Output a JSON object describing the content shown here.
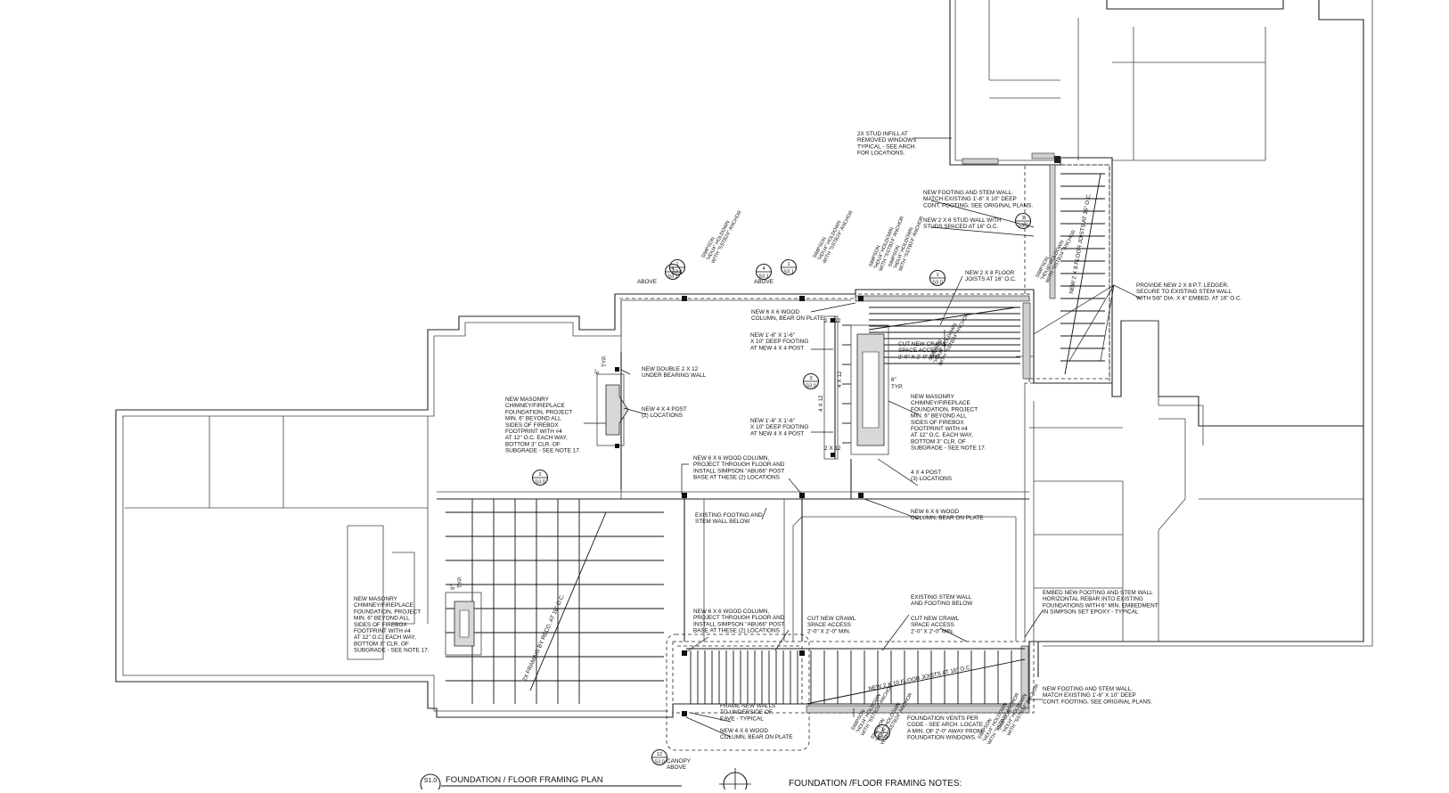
{
  "sheet": {
    "title": "FOUNDATION / FLOOR FRAMING PLAN",
    "title_marker": "S1.0",
    "notes_heading": "FOUNDATION /FLOOR FRAMING NOTES:"
  },
  "bubbles": [
    {
      "top": "4",
      "bottom": "S3.1"
    },
    {
      "top": "1",
      "bottom": "S3.1"
    },
    {
      "top": "4",
      "bottom": "S3.1"
    },
    {
      "top": "1",
      "bottom": "S3.1"
    },
    {
      "top": "1",
      "bottom": "S3.0"
    },
    {
      "top": "1",
      "bottom": "S3.0"
    },
    {
      "top": "2",
      "bottom": "S3.0"
    },
    {
      "top": "3",
      "bottom": "S3.0"
    },
    {
      "top": "1",
      "bottom": "S3.0"
    },
    {
      "top": "12",
      "bottom": "S3.0"
    }
  ],
  "labels": {
    "above_a": "ABOVE",
    "above_b": "ABOVE",
    "canopy": [
      "CANOPY",
      "ABOVE"
    ],
    "stud_infill": [
      "2X STUD INFILL AT",
      "REMOVED WINDOWS",
      "TYPICAL - SEE ARCH.",
      "FOR LOCATIONS."
    ],
    "new_footing_top": [
      "NEW FOOTING AND STEM WALL.",
      "MATCH EXISTING 1'-6\" X 10\" DEEP",
      "CONT. FOOTING, SEE ORIGINAL PLANS."
    ],
    "stud_wall": [
      "NEW 2 X 6 STUD WALL WITH",
      "STUDS SPACED AT 16\" O.C."
    ],
    "ledger": [
      "PROVIDE NEW 2 X 8 P.T. LEDGER.",
      "SECURE TO EXISTING STEM WALL",
      "WITH 5/8\" DIA. X 4\" EMBED. AT 16\" O.C."
    ],
    "floor_joists_2x8": [
      "NEW 2 X 8 FLOOR",
      "JOISTS AT 16\" O.C."
    ],
    "wood_col_plate_top": [
      "NEW 6 X 6 WOOD",
      "COLUMN, BEAR ON PLATE"
    ],
    "footing_4x4": [
      "NEW 1'-6\" X 1'-6\"",
      "X 10\" DEEP FOOTING",
      "AT NEW 4 X 4 POST"
    ],
    "crawl_access_top": [
      "CUT NEW CRAWL",
      "SPACE ACCESS",
      "2'-0\" X 2'-0\" MIN."
    ],
    "double_2x12": [
      "NEW DOUBLE 2 X 12",
      "UNDER BEARING WALL"
    ],
    "post_4x4_two": [
      "NEW 4 X 4 POST",
      "(2) LOCATIONS"
    ],
    "chimney_left_upper": [
      "NEW MASONRY",
      "CHIMNEY/FIREPLACE",
      "FOUNDATION, PROJECT",
      "MIN. 6\" BEYOND ALL",
      "SIDES OF FIREBOX",
      "FOOTPRINT WITH #4",
      "AT 12\" O.C. EACH WAY,",
      "BOTTOM 3\" CLR. OF",
      "SUBGRADE - SEE NOTE 17."
    ],
    "chimney_right": [
      "NEW MASONRY",
      "CHIMNEY/FIREPLACE",
      "FOUNDATION, PROJECT",
      "MIN. 6\" BEYOND ALL",
      "SIDES OF FIREBOX",
      "FOOTPRINT WITH #4",
      "AT 12\" O.C. EACH WAY,",
      "BOTTOM 3\" CLR. OF",
      "SUBGRADE - SEE NOTE 17."
    ],
    "chimney_left_lower": [
      "NEW MASONRY",
      "CHIMNEY/FIREPLACE",
      "FOUNDATION, PROJECT",
      "MIN. 6\" BEYOND ALL",
      "SIDES OF FIREBOX",
      "FOOTPRINT WITH #4",
      "AT 12\" O.C. EACH WAY,",
      "BOTTOM 3\" CLR. OF",
      "SUBGRADE - SEE NOTE 17."
    ],
    "footing_4x4_b": [
      "NEW 1'-6\" X 1'-6\"",
      "X 10\" DEEP FOOTING",
      "AT NEW 4 X 4 POST"
    ],
    "post_4x4_three": [
      "4 X 4 POST",
      "(3) LOCATIONS"
    ],
    "col_abu66_top": [
      "NEW 6 X 6 WOOD COLUMN,",
      "PROJECT THROUGH FLOOR AND",
      "INSTALL SIMPSON \"ABU66\" POST",
      "BASE AT THESE (2) LOCATIONS"
    ],
    "existing_footing": [
      "EXISTING FOOTING AND",
      "STEM WALL BELOW"
    ],
    "wood_col_plate_mid": [
      "NEW 6 X 6 WOOD",
      "COLUMN, BEAR ON PLATE"
    ],
    "existing_stem": [
      "EXISTING STEM WALL",
      "AND FOOTING BELOW"
    ],
    "col_abu66_bot": [
      "NEW 6 X 6 WOOD COLUMN,",
      "PROJECT THROUGH FLOOR AND",
      "INSTALL SIMPSON \"ABU66\" POST",
      "BASE AT THESE (2) LOCATIONS"
    ],
    "crawl_access_mid": [
      "CUT NEW CRAWL",
      "SPACE ACCESS",
      "2'-0\" X 2'-0\" MIN."
    ],
    "crawl_access_right": [
      "CUT NEW CRAWL",
      "SPACE ACCESS",
      "2'-0\" X 2'-0\" MIN."
    ],
    "embed_footing": [
      "EMBED NEW FOOTING AND STEM WALL",
      "HORIZONTAL REBAR INTO EXISTING",
      "FOUNDATIONS WITH 6\" MIN. EMBEDMENT",
      "IN SIMPSON SET EPOXY - TYPICAL"
    ],
    "new_footing_bot": [
      "NEW FOOTING AND STEM WALL.",
      "MATCH EXISTING 1'-6\" X 10\" DEEP",
      "CONT. FOOTING, SEE ORIGINAL PLANS."
    ],
    "frame_walls": [
      "FRAME NEW WALLS",
      "TO UNDERSIDE OF",
      "EAVE - TYPICAL"
    ],
    "wood_col_plate_bot": [
      "NEW 4 X 6 WOOD",
      "COLUMN, BEAR ON PLATE"
    ],
    "vents": [
      "FOUNDATION VENTS PER",
      "CODE - SEE ARCH. LOCATE",
      "A MIN. OF 2'-0\" AWAY FROM",
      "FOUNDATION WINDOWS."
    ],
    "joists_2x10": "NEW 2 X 10 FLOOR JOISTS AT 16\" O.C.",
    "joists_2x8_vert": "NEW 2 X 8 FLOOR JOISTS AT 16\" O.C.",
    "joists_left_diag": "2X FRAMING BY RECO. AT 16\" O.C.",
    "beam_4x12": "4 X 12",
    "beam_2x12": "2 X 12",
    "six_typ": "6\"",
    "typ": "TYP.",
    "simpson_holdown": [
      "SIMPSON",
      "\"HDU4\" HOLDOWN",
      "WITH \"SSTB24\" ANCHOR"
    ]
  },
  "colors": {
    "line": "#222222",
    "paper": "#ffffff"
  }
}
